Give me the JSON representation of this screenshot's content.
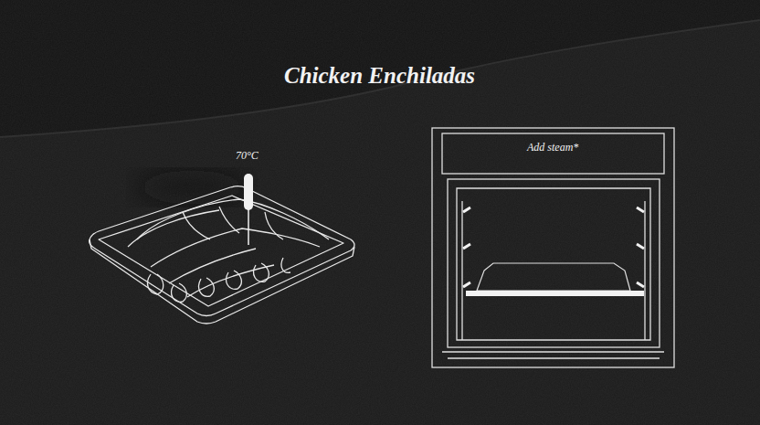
{
  "diagram": {
    "title": "Chicken Enchiladas",
    "labels": [
      "70°C",
      "Add steam*"
    ]
  }
}
